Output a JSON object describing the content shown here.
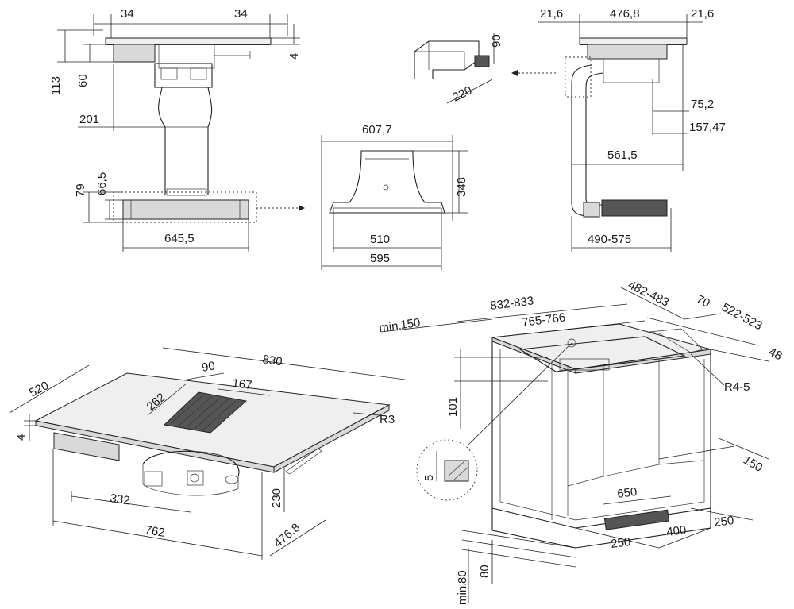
{
  "dimensions": {
    "top_side_left": "34",
    "top_side_right": "34",
    "hob_depth_total": "113",
    "hob_depth_inner": "60",
    "glass_thickness": "4",
    "duct_offset": "201",
    "filter_height_79": "79",
    "filter_height_665": "66,5",
    "filter_length": "645,5",
    "elbow_height": "90",
    "elbow_length": "220",
    "hood_width": "607,7",
    "hood_height": "348",
    "hood_inner": "510",
    "hood_base": "595",
    "side_left": "21,6",
    "side_width": "476,8",
    "side_right": "21,6",
    "side_752": "75,2",
    "side_15747": "157,47",
    "side_5615": "561,5",
    "side_range": "490-575",
    "iso_depth": "520",
    "iso_width": "830",
    "iso_90": "90",
    "iso_167": "167",
    "iso_262": "262",
    "iso_radius": "R3",
    "iso_thick": "4",
    "iso_332": "332",
    "iso_230": "230",
    "iso_762": "762",
    "iso_4768": "476,8",
    "cab_min150": "150",
    "cab_min_label": "min.",
    "cab_width": "832-833",
    "cab_cut": "765-766",
    "cab_depth": "482-483",
    "cab_70": "70",
    "cab_522": "522-523",
    "cab_48": "48",
    "cab_101": "101",
    "cab_radius": "R4-5",
    "cab_5": "5",
    "cab_150": "150",
    "cab_650": "650",
    "cab_250a": "250",
    "cab_400": "400",
    "cab_250b": "250",
    "cab_80": "80",
    "cab_min80": "80",
    "cab_min80_label": "min."
  }
}
